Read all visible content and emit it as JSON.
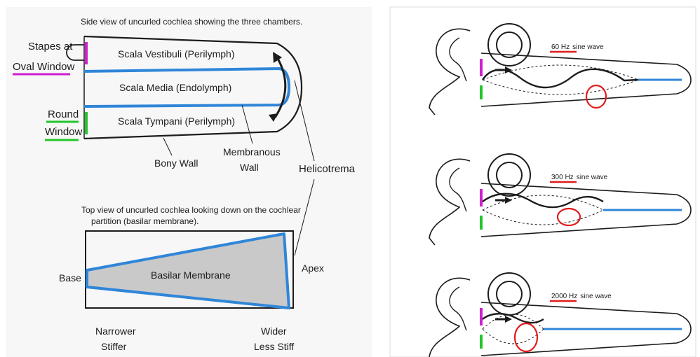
{
  "colors": {
    "blue": "#2f86d8",
    "magenta": "#d01fd0",
    "green": "#22c62a",
    "red": "#e01c1c",
    "ink": "#1c1c1c",
    "membrane_fill": "#c9c9c9",
    "panel_bg": "#f7f7f7"
  },
  "left_panel": {
    "side_caption": "Side view of uncurled cochlea showing the three chambers.",
    "stapes_label": "Stapes at",
    "oval_window_label": "Oval Window",
    "scala_vestibuli": "Scala Vestibuli (Perilymph)",
    "scala_media": "Scala Media (Endolymph)",
    "scala_tympani": "Scala Tympani (Perilymph)",
    "round_label": "Round",
    "window_label": "Window",
    "bony_wall": "Bony Wall",
    "membranous_line1": "Membranous",
    "membranous_line2": "Wall",
    "helicotrema": "Helicotrema",
    "top_caption_line1": "Top view of uncurled cochlea looking down on the cochlear",
    "top_caption_line2": "partition (basilar membrane).",
    "basilar_membrane": "Basilar Membrane",
    "base": "Base",
    "apex": "Apex",
    "narrower": "Narrower",
    "stiffer": "Stiffer",
    "wider": "Wider",
    "less_stiff": "Less Stiff"
  },
  "right_panel": {
    "panels": [
      {
        "freq": "60",
        "unit": "Hz",
        "label": "sine wave"
      },
      {
        "freq": "300",
        "unit": "Hz",
        "label": "sine wave"
      },
      {
        "freq": "2000",
        "unit": "Hz",
        "label": "sine wave"
      }
    ]
  }
}
